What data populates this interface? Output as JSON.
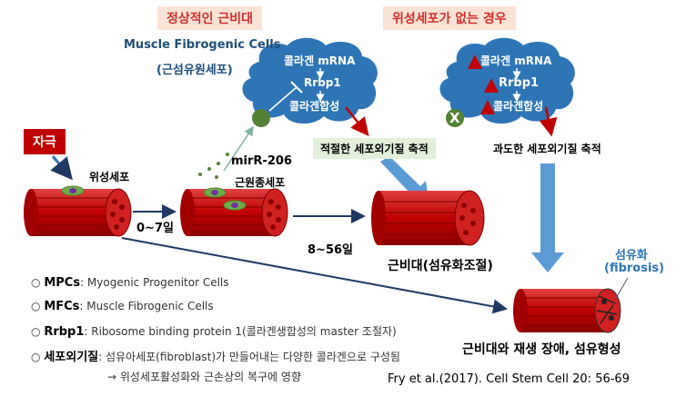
{
  "titles": {
    "normal": "정상적인 근비대",
    "no_satellite": "위성세포가 없는 경우"
  },
  "mfc": {
    "title_en": "Muscle Fibrogenic Cells",
    "title_ko": "(근섬유원세포)"
  },
  "cloud_left": {
    "line1": "콜라겐 mRNA",
    "line2": "Rrbp1",
    "line3": "콜라겐합성"
  },
  "cloud_right": {
    "line1": "콜라겐 mRNA",
    "line2": "Rrbp1",
    "line3": "콜라겐합성",
    "marker": "X"
  },
  "boxes": {
    "stimulus": "자극",
    "adequate_ecm": "적절한 세포외기질 축적",
    "excess_ecm": "과도한 세포외기질 축적"
  },
  "labels": {
    "satellite_cell": "위성세포",
    "mir206": "mirR-206",
    "myoblast": "근원종세포",
    "day_0_7": "0~7일",
    "day_8_56": "8~56일",
    "hypertrophy_fibrosis_control": "근비대(섬유화조절)",
    "fibrosis_ko": "섬유화",
    "fibrosis_en": "(fibrosis)",
    "impaired": "근비대와 재생 장애, 섬유형성"
  },
  "legend": [
    {
      "key": "MPCs",
      "text": ": Myogenic  Progenitor Cells"
    },
    {
      "key": "MFCs",
      "text": ": Muscle Fibrogenic  Cells"
    },
    {
      "key": "Rrbp1",
      "text": ": Ribosome binding protein 1(콜라겐생합성의 master 조절자)"
    },
    {
      "key": "세포외기질",
      "text": ": 섬유아세포(fibroblast)가 만들어내는 다양한 콜라겐으로 구성됨"
    }
  ],
  "legend_bullet": "○",
  "legend_note": "→ 위성세포활성화와 근손상의 복구에 영향",
  "reference": "Fry et al.(2017). Cell Stem Cell 20: 56-69",
  "colors": {
    "muscle": "#c00000",
    "cloud": "#2e75b6",
    "title_bg": "#fbe3d6",
    "green_box": "#e2efda",
    "arrow_blue": "#5b9bd5"
  }
}
